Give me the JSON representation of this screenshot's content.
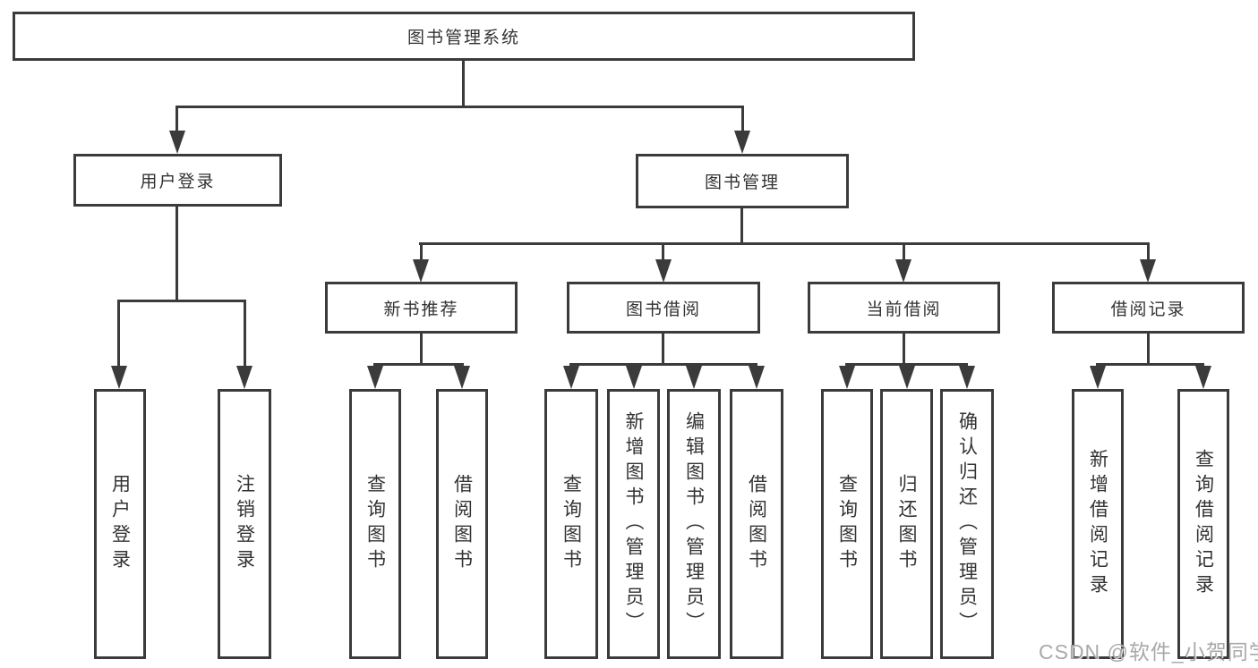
{
  "diagram": {
    "root": {
      "label": "图书管理系统"
    },
    "level2": [
      {
        "label": "用户登录",
        "leaves": [
          "用户登录",
          "注销登录"
        ]
      },
      {
        "label": "图书管理",
        "modules": [
          {
            "label": "新书推荐",
            "leaves": [
              "查询图书",
              "借阅图书"
            ]
          },
          {
            "label": "图书借阅",
            "leaves": [
              "查询图书",
              "新增图书（管理员）",
              "编辑图书（管理员）",
              "借阅图书"
            ]
          },
          {
            "label": "当前借阅",
            "leaves": [
              "查询图书",
              "归还图书",
              "确认归还（管理员）"
            ]
          },
          {
            "label": "借阅记录",
            "leaves": [
              "新增借阅记录",
              "查询借阅记录"
            ]
          }
        ]
      }
    ]
  },
  "watermark": "CSDN @软件_小贺同学",
  "colors": {
    "line": "#3b3b3b",
    "text": "#333333",
    "watermark": "#9a9a9a",
    "background": "#ffffff"
  }
}
